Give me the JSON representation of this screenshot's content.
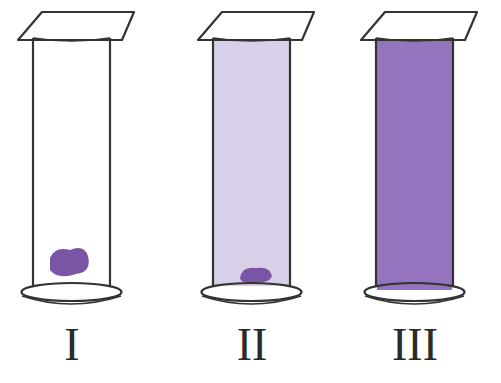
{
  "diagram": {
    "labels": [
      "I",
      "II",
      "III"
    ]
  }
}
